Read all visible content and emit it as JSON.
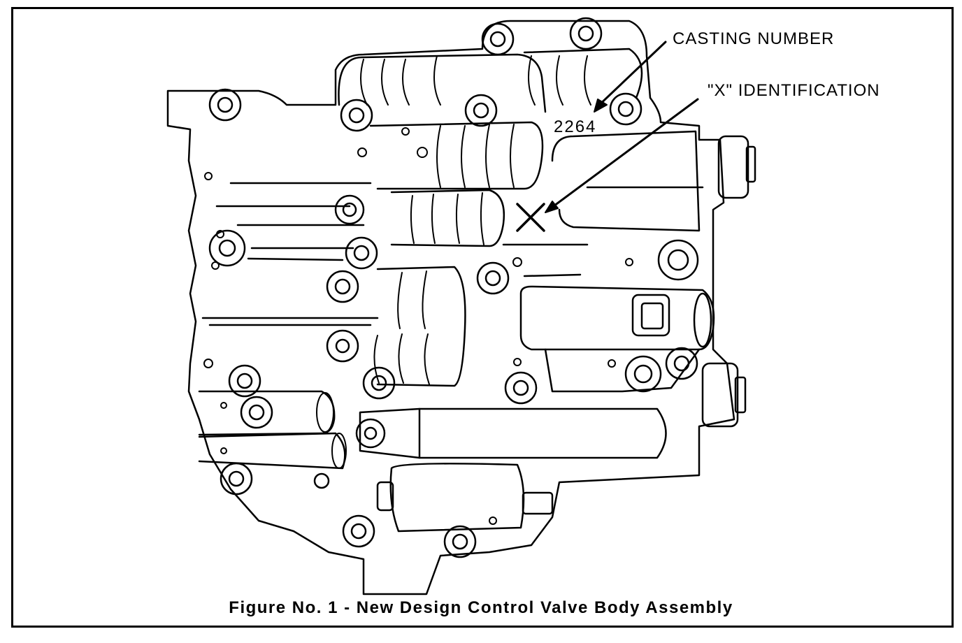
{
  "labels": {
    "casting_number": "CASTING NUMBER",
    "x_identification": "\"X\" IDENTIFICATION",
    "casting_value": "2264"
  },
  "caption": "Figure No. 1 - New Design Control Valve Body Assembly",
  "colors": {
    "ink": "#000000",
    "paper": "#ffffff"
  }
}
